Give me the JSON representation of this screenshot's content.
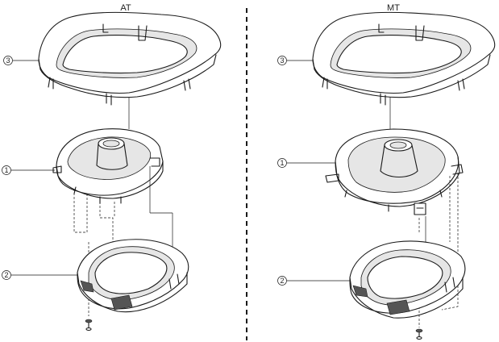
{
  "panels": {
    "left": {
      "title": "AT"
    },
    "right": {
      "title": "MT"
    }
  },
  "callouts": {
    "left": [
      "3",
      "1",
      "2"
    ],
    "right": [
      "3",
      "1",
      "2"
    ]
  }
}
